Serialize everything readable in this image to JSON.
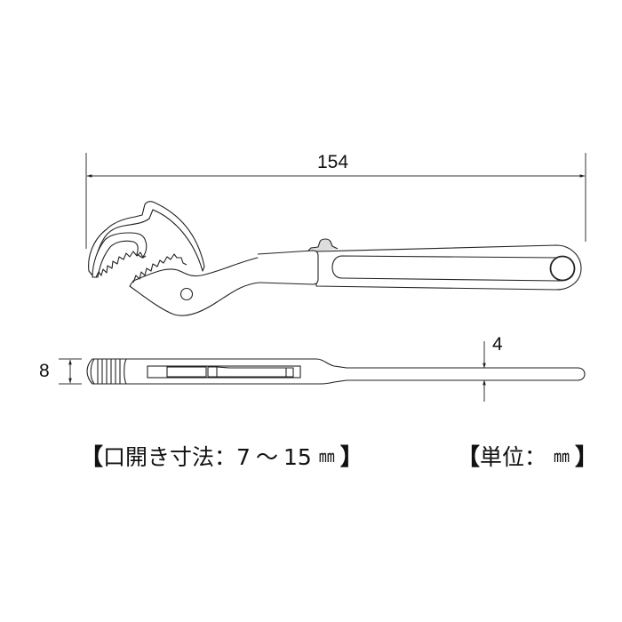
{
  "diagram": {
    "subject": "spanner-wrench-technical-drawing",
    "line_color": "#222222",
    "background_color": "#ffffff"
  },
  "dimensions": {
    "overall_length": "154",
    "tip_thickness": "4",
    "head_thickness": "8"
  },
  "captions": {
    "jaw_opening": {
      "open_bracket": "【",
      "label": "口開き寸法",
      "colon": "：",
      "min": "7",
      "tilde": "〜",
      "max": "15",
      "unit": "㎜",
      "close_bracket": "】"
    },
    "unit": {
      "open_bracket": "【",
      "label": "単位",
      "colon": "：",
      "unit": "㎜",
      "close_bracket": "】"
    }
  }
}
